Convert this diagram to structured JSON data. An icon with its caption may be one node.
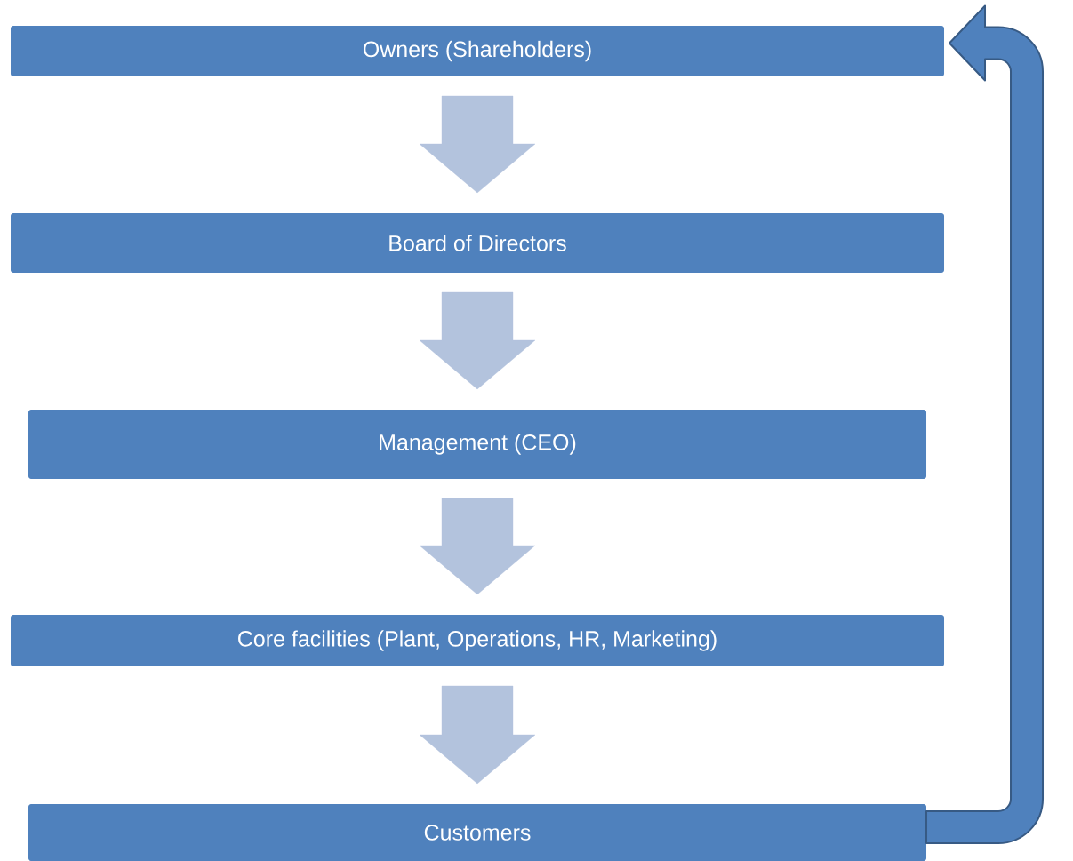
{
  "diagram": {
    "nodes": [
      {
        "text": [
          "Owners (Shareholders)"
        ]
      },
      {
        "text": [
          "Board of Directors"
        ]
      },
      {
        "text": [
          "Management (CEO)"
        ]
      },
      {
        "text": [
          "Core facilities (Plant, Operations, HR, Marketing)"
        ]
      },
      {
        "text": [
          "Customers"
        ]
      }
    ],
    "edges": [
      {
        "from": 0,
        "to": 1,
        "arrow": "to"
      },
      {
        "from": 1,
        "to": 2,
        "arrow": "to"
      },
      {
        "from": 2,
        "to": 3,
        "arrow": "to"
      },
      {
        "from": 3,
        "to": 4,
        "arrow": "to"
      },
      {
        "from": 4,
        "to": 0,
        "arrow": "to",
        "style": "thick",
        "color": "#4f81bd"
      }
    ]
  }
}
